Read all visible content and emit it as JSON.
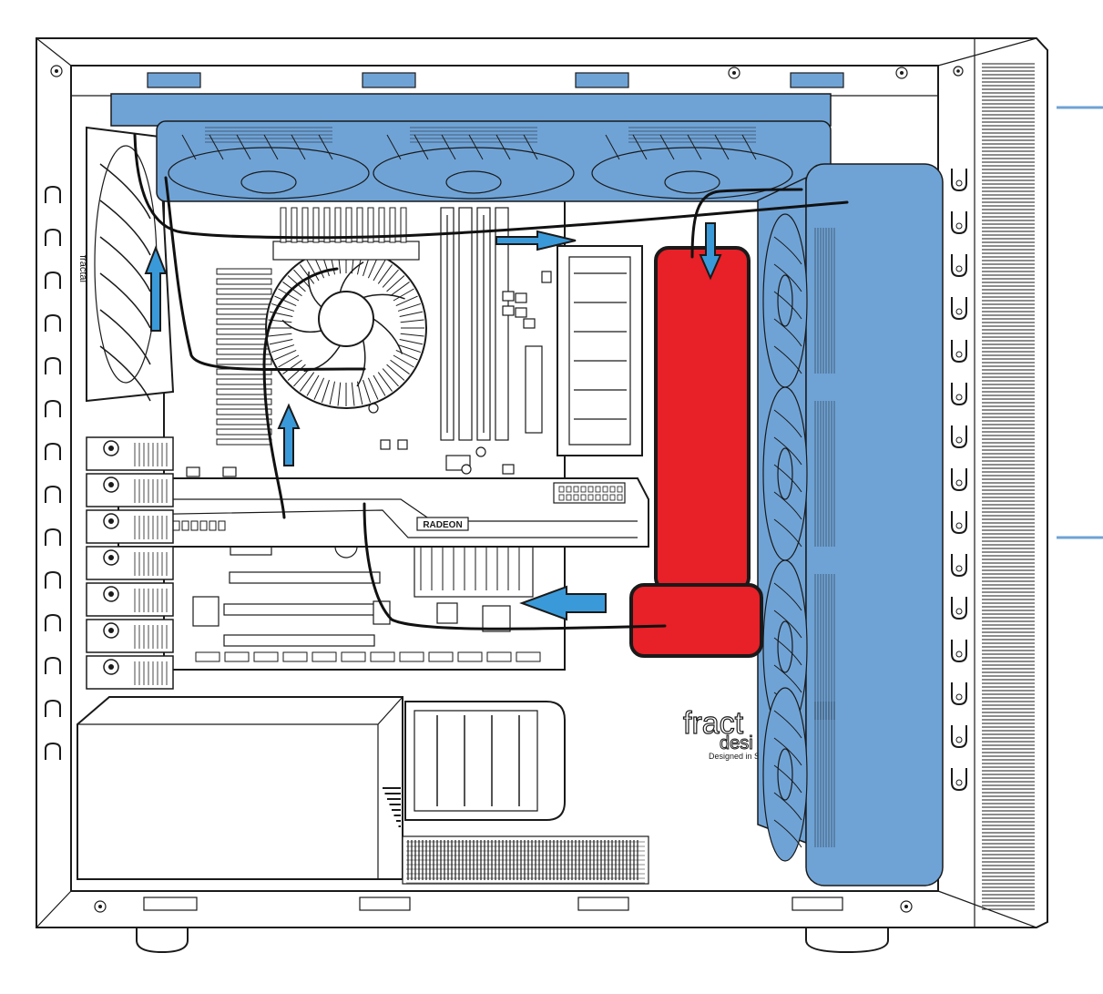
{
  "colors": {
    "fan_blue": "#6fa3d6",
    "fan_blue_stroke": "#4d86c0",
    "reservoir_red": "#e82027",
    "arrow_blue": "#3a9ad9",
    "line": "#1a1a1a",
    "background": "#ffffff"
  },
  "labels": {
    "gpu_brand": "RADEON",
    "case_brand_line1": "fract",
    "case_brand_line2": "desi",
    "case_tagline": "Designed in Sw"
  },
  "components": {
    "top_fans": {
      "count": 3,
      "color": "blue"
    },
    "front_radiator": {
      "fans": 4,
      "color": "blue"
    },
    "rear_fan": {
      "count": 1
    },
    "reservoir": {
      "color": "red",
      "parts": [
        "tube",
        "pump"
      ]
    }
  },
  "flow_arrows": [
    {
      "id": "rear-up",
      "direction": "up"
    },
    {
      "id": "cpu-up",
      "direction": "up"
    },
    {
      "id": "top-right",
      "direction": "right"
    },
    {
      "id": "reservoir-down",
      "direction": "down"
    },
    {
      "id": "pump-left",
      "direction": "left"
    }
  ]
}
